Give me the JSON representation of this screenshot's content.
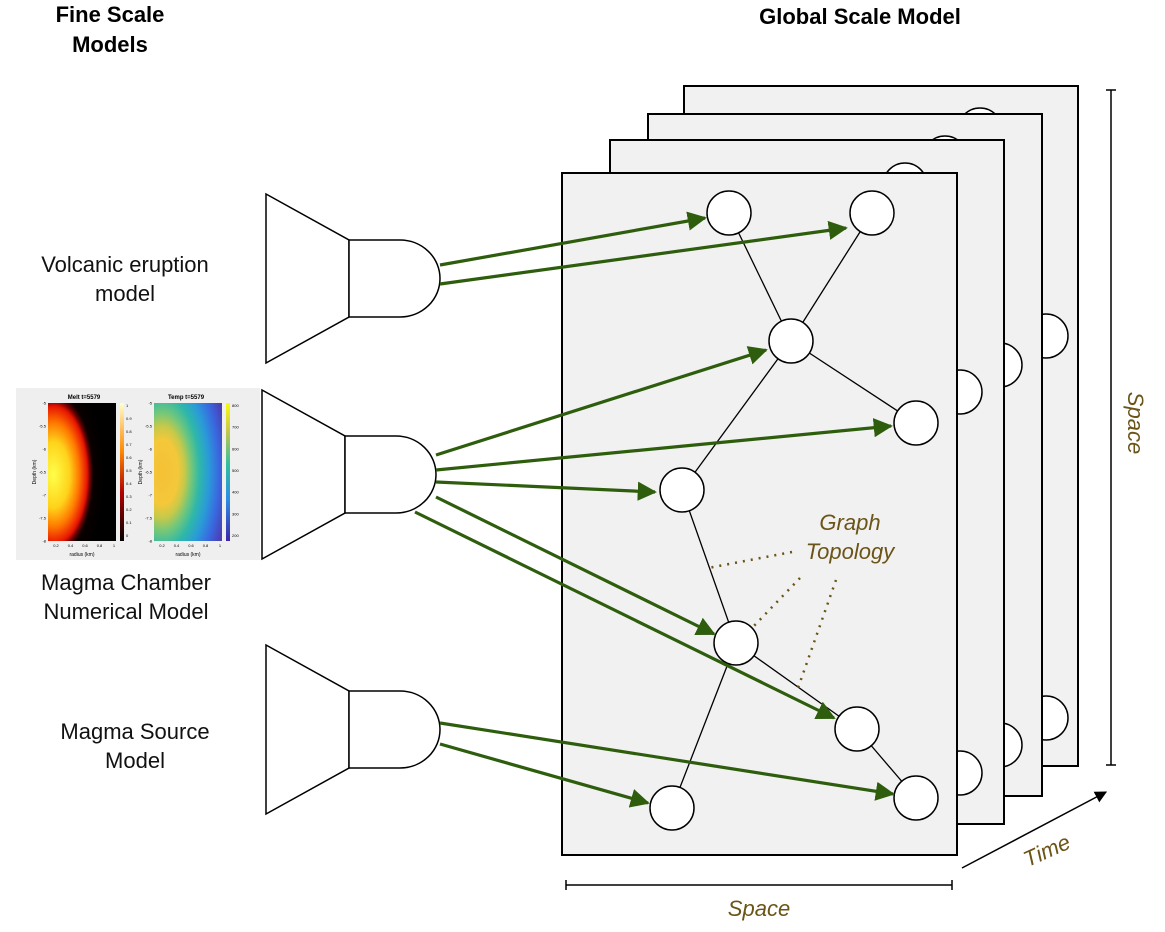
{
  "headers": {
    "fine_scale": "Fine Scale\nModels",
    "global_scale": "Global Scale Model"
  },
  "models": [
    {
      "id": "volcanic",
      "label": "Volcanic eruption\nmodel"
    },
    {
      "id": "magma-chamber",
      "label": "Magma Chamber\nNumerical Model"
    },
    {
      "id": "magma-source",
      "label": "Magma Source\nModel"
    }
  ],
  "annotations": {
    "graph_topology": "Graph\nTopology",
    "space_vertical": "Space",
    "space_horizontal": "Space",
    "time": "Time"
  },
  "heatmaps": [
    {
      "title": "Melt t=5579",
      "ylabel": "Depth (km)",
      "xlabel": "radius (km)",
      "yticks": [
        "-5",
        "-5.5",
        "-6",
        "-6.5",
        "-7",
        "-7.5",
        "-8"
      ],
      "xticks": [
        "0.2",
        "0.4",
        "0.6",
        "0.8",
        "1"
      ],
      "cticks": [
        "1",
        "0.9",
        "0.8",
        "0.7",
        "0.6",
        "0.5",
        "0.4",
        "0.3",
        "0.2",
        "0.1",
        "0"
      ]
    },
    {
      "title": "Temp t=5579",
      "ylabel": "Depth (km)",
      "xlabel": "radius (km)",
      "yticks": [
        "-5",
        "-5.5",
        "-6",
        "-6.5",
        "-7",
        "-7.5",
        "-8"
      ],
      "xticks": [
        "0.2",
        "0.4",
        "0.6",
        "0.8",
        "1"
      ],
      "cticks": [
        "800",
        "700",
        "600",
        "500",
        "400",
        "300",
        "200"
      ]
    }
  ],
  "colors": {
    "arrow": "#2e5e0d",
    "annotation": "#6b5417",
    "layer_fill": "#f1f1f1"
  }
}
